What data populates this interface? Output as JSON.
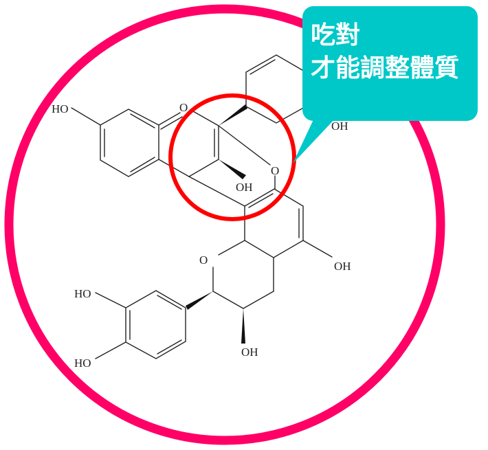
{
  "colors": {
    "outer_ring": "#FF0066",
    "highlight_ring": "#FF0000",
    "callout_bg": "#00C8C8",
    "callout_text": "#FFFFFF",
    "bond": "#222222"
  },
  "callout": {
    "line1": "吃對",
    "line2": "才能調整體質"
  },
  "molecule": {
    "labels": {
      "ho_top_left": "HO",
      "o_carbonyl": "O",
      "oh_right_top": "OH",
      "oh_center_wedge": "OH",
      "o_ether_bridge": "O",
      "o_pyran": "O",
      "oh_right_mid": "OH",
      "ho_catechol_top": "HO",
      "ho_catechol_bottom": "HO",
      "oh_bottom_wedge": "OH"
    }
  }
}
